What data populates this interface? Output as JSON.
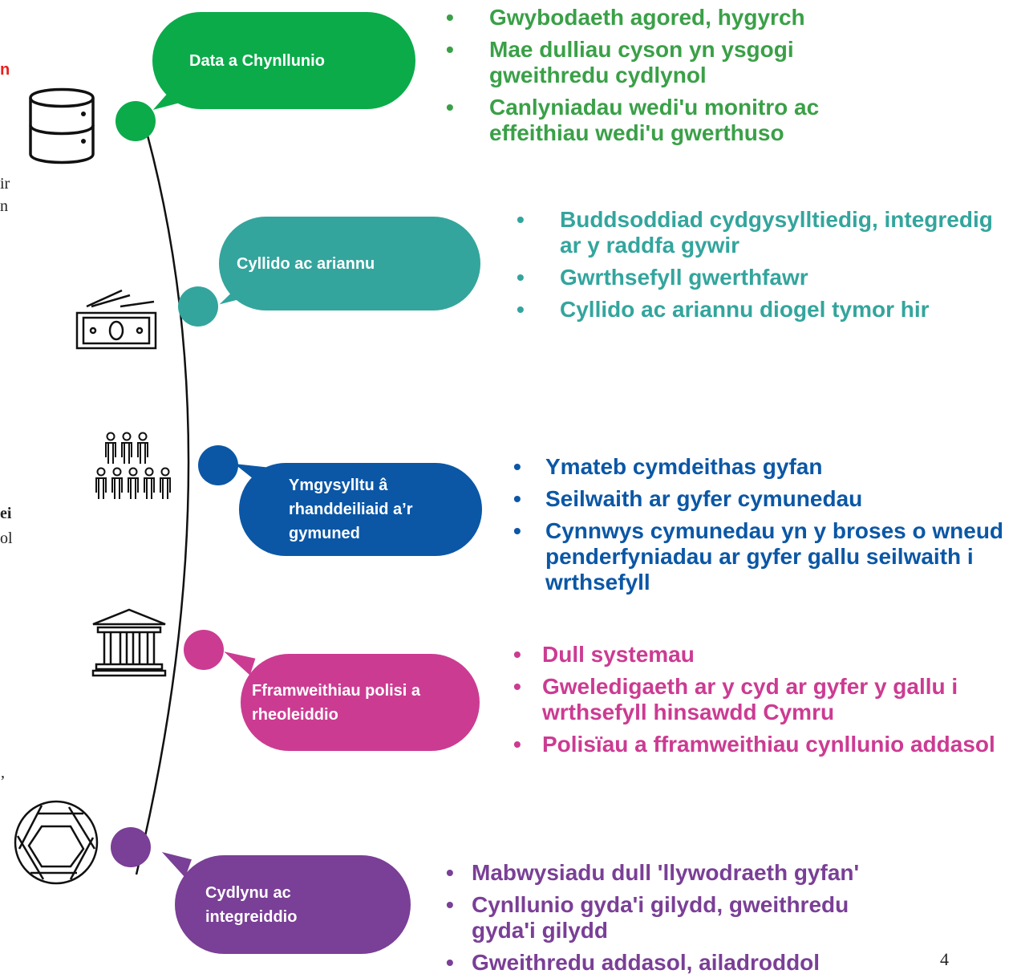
{
  "left_fragments": {
    "f1": "n",
    "f2": "ir",
    "f3": "n",
    "f4": "ei",
    "f5": "ol",
    "f6": "’"
  },
  "colors": {
    "data": "#0bab4a",
    "funding": "#33a59d",
    "engagement": "#0b57a6",
    "policy": "#cc3b92",
    "coordination": "#7a3f96",
    "data_text": "#3aa047",
    "red_fragment": "#e8201e"
  },
  "stages": [
    {
      "bubble": [
        "Data a Chynllunio"
      ],
      "icon": "database-icon",
      "points": [
        "Gwybodaeth agored, hygyrch",
        "Mae dulliau cyson yn ysgogi gweithredu cydlynol",
        "Canlyniadau wedi'u monitro ac effeithiau wedi'u gwerthuso"
      ]
    },
    {
      "bubble": [
        "Cyllido ac ariannu"
      ],
      "icon": "banknotes-icon",
      "points": [
        "Buddsoddiad cydgysylltiedig, integredig ar y raddfa gywir",
        "Gwrthsefyll gwerthfawr",
        "Cyllido ac ariannu diogel tymor hir"
      ]
    },
    {
      "bubble": [
        "Ymgysylltu â",
        "rhanddeiliaid a’r",
        "gymuned"
      ],
      "icon": "people-group-icon",
      "points": [
        "Ymateb cymdeithas gyfan",
        "Seilwaith ar gyfer cymunedau",
        "Cynnwys cymunedau yn y broses o wneud penderfyniadau ar gyfer gallu seilwaith i wrthsefyll"
      ]
    },
    {
      "bubble": [
        "Fframweithiau polisi a",
        "rheoleiddio"
      ],
      "icon": "government-building-icon",
      "points": [
        "Dull systemau",
        "Gweledigaeth ar y cyd ar gyfer y gallu i wrthsefyll hinsawdd Cymru",
        "Polisïau a fframweithiau cynllunio addasol"
      ]
    },
    {
      "bubble": [
        "Cydlynu ac",
        "integreiddio"
      ],
      "icon": "aperture-icon",
      "points": [
        "Mabwysiadu dull 'llywodraeth gyfan'",
        "Cynllunio gyda'i gilydd, gweithredu gyda'i gilydd",
        "Gweithredu addasol, ailadroddol"
      ]
    }
  ],
  "bullet_glyph": "•",
  "page_number": "4"
}
